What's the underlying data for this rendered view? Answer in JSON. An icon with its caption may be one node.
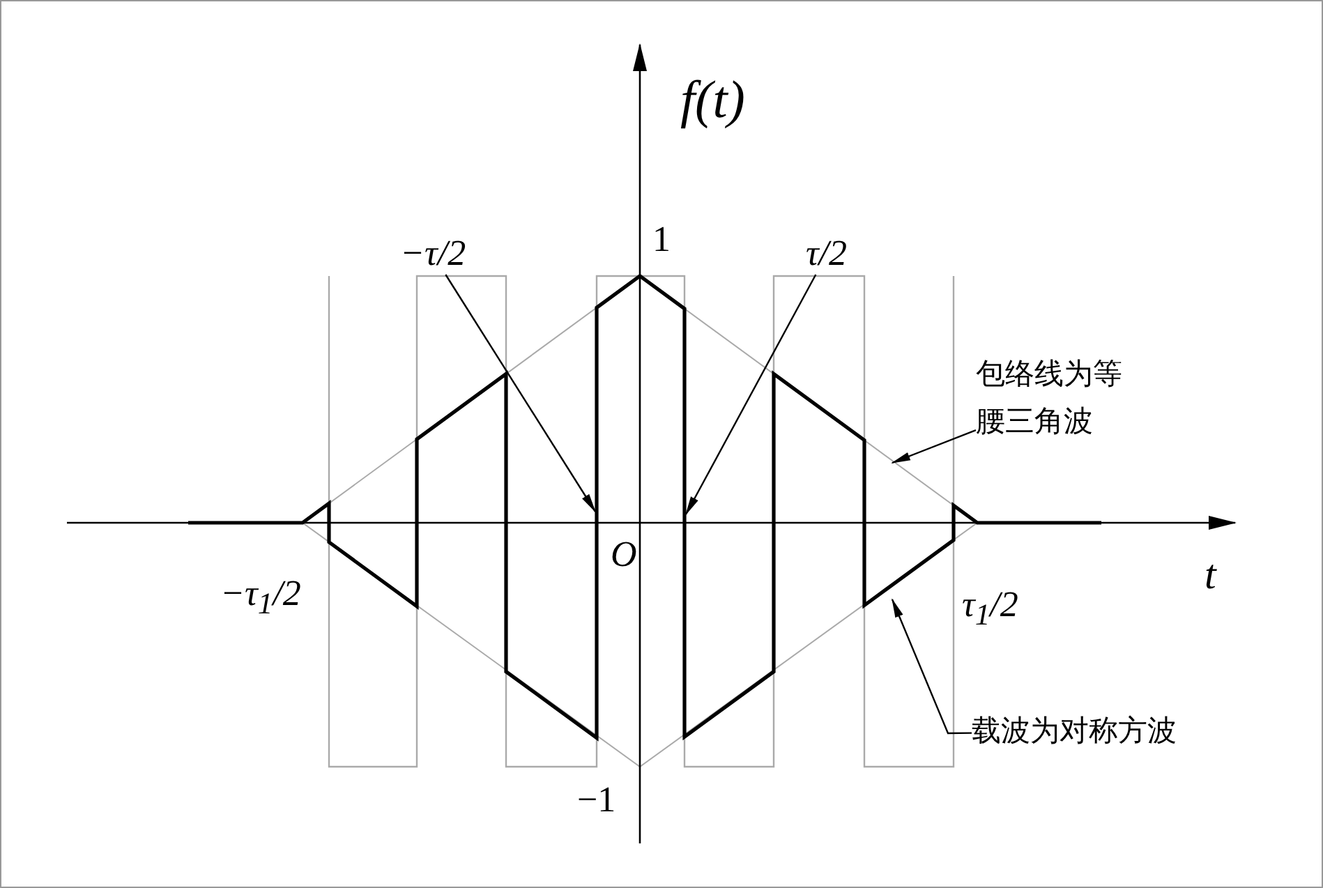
{
  "diagram": {
    "nodes": [
      {
        "text": [
          "−τ/2"
        ]
      },
      {
        "text": [
          "τ/2"
        ]
      },
      {
        "text": [
          "包络线为等腰三角波"
        ]
      },
      {
        "text": [
          "载波为对称方波"
        ]
      }
    ],
    "edges": [
      {
        "from": 0,
        "to": null,
        "arrow": "to"
      },
      {
        "from": 1,
        "to": null,
        "arrow": "to"
      },
      {
        "from": 2,
        "to": null,
        "arrow": "to"
      },
      {
        "from": 3,
        "to": null,
        "arrow": "to"
      }
    ],
    "labels": [
      "f(t)",
      "1",
      "O",
      "t",
      "−τ$_{1}$/2",
      "τ$_{1}$/2",
      "−1"
    ]
  }
}
